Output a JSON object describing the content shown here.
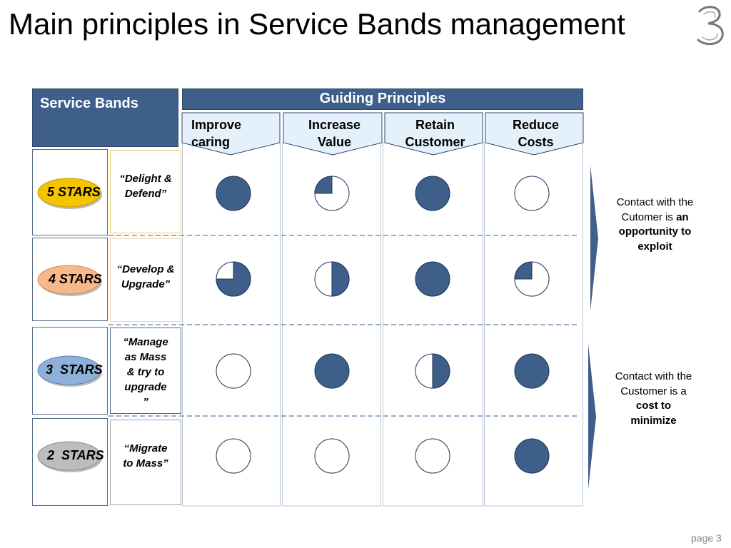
{
  "title": "Main principles in Service Bands management",
  "service_bands_header": "Service Bands",
  "guiding_principles_header": "Guiding Principles",
  "principles": [
    {
      "line1": "Improve",
      "line2": "caring"
    },
    {
      "line1": "Increase",
      "line2": "Value"
    },
    {
      "line1": "Retain",
      "line2": "Customer"
    },
    {
      "line1": "Reduce",
      "line2": "Costs"
    }
  ],
  "bands": [
    {
      "label": "5 STARS",
      "motto": [
        "“Delight &",
        "Defend”"
      ],
      "badge_color": "#f5c400",
      "motto_border": "#e6cf66",
      "fills": [
        1,
        0.25,
        1,
        0
      ]
    },
    {
      "label": "4 STARS",
      "motto": [
        "“Develop &",
        "Upgrade”"
      ],
      "badge_color": "#f7b88a",
      "motto_border": "#f0cfb0",
      "fills": [
        0.75,
        0.5,
        1,
        0.25
      ]
    },
    {
      "label": "3  STARS",
      "motto": [
        "“Manage",
        "as Mass",
        "& try to",
        "upgrade",
        "”"
      ],
      "badge_color": "#8fb0d8",
      "motto_border": "#4a6b95",
      "fills": [
        0,
        1,
        0.5,
        1
      ]
    },
    {
      "label": "2  STARS",
      "motto": [
        "“Migrate",
        "to Mass”"
      ],
      "badge_color": "#bdbdbd",
      "motto_border": "#9aa2ad",
      "fills": [
        0,
        0,
        0,
        1
      ]
    }
  ],
  "notes": {
    "top": {
      "line1": "Contact with the",
      "line2a": "Cutomer is ",
      "line2b": "an",
      "line3": "opportunity to",
      "line4": "exploit"
    },
    "bottom": {
      "line1": "Contact with the",
      "line2": "Customer is a",
      "line3": "cost to",
      "line4": "minimize"
    }
  },
  "page_label": "page 3",
  "colors": {
    "header": "#3d5f8a",
    "fill": "#3d5f8a",
    "callout_bg": "#e4f1fa",
    "divider": "#5d7da6"
  }
}
